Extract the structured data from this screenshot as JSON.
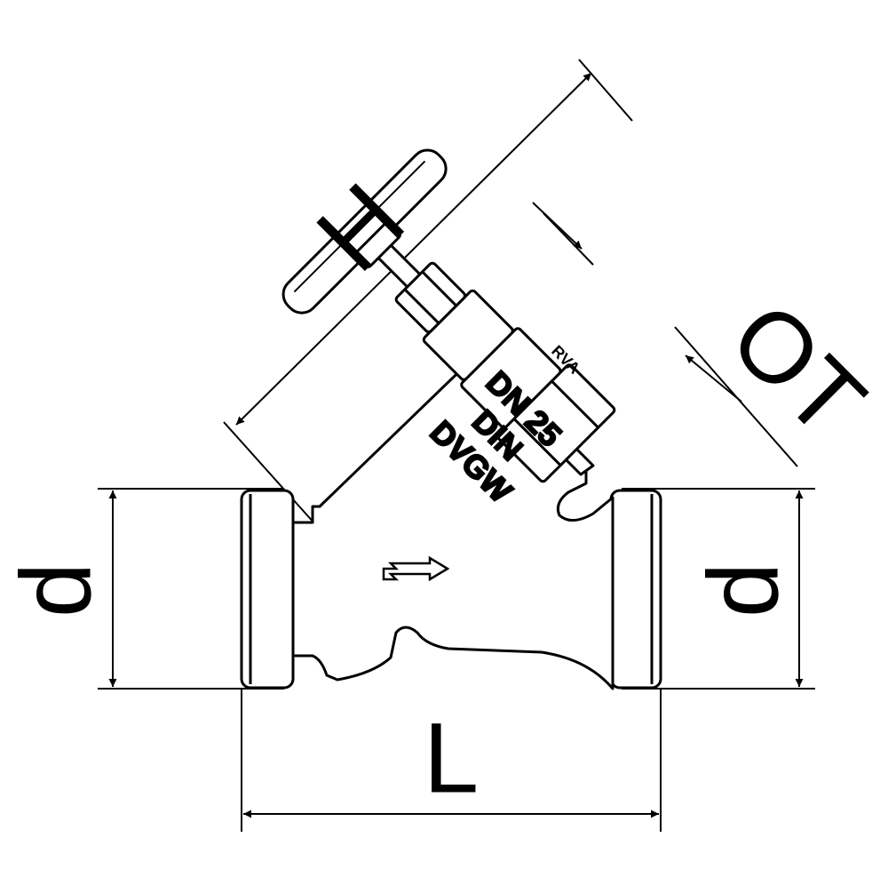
{
  "dimensions": {
    "height": "H",
    "handwheel_travel": "OT",
    "diameter_left": "d",
    "diameter_right": "d",
    "length": "L"
  },
  "body_markings": {
    "brand": "RVA",
    "nominal_size": "DN 25",
    "standard": "DIN",
    "approval": "DVGW"
  },
  "colors": {
    "ink": "#000000",
    "paper": "#ffffff"
  }
}
